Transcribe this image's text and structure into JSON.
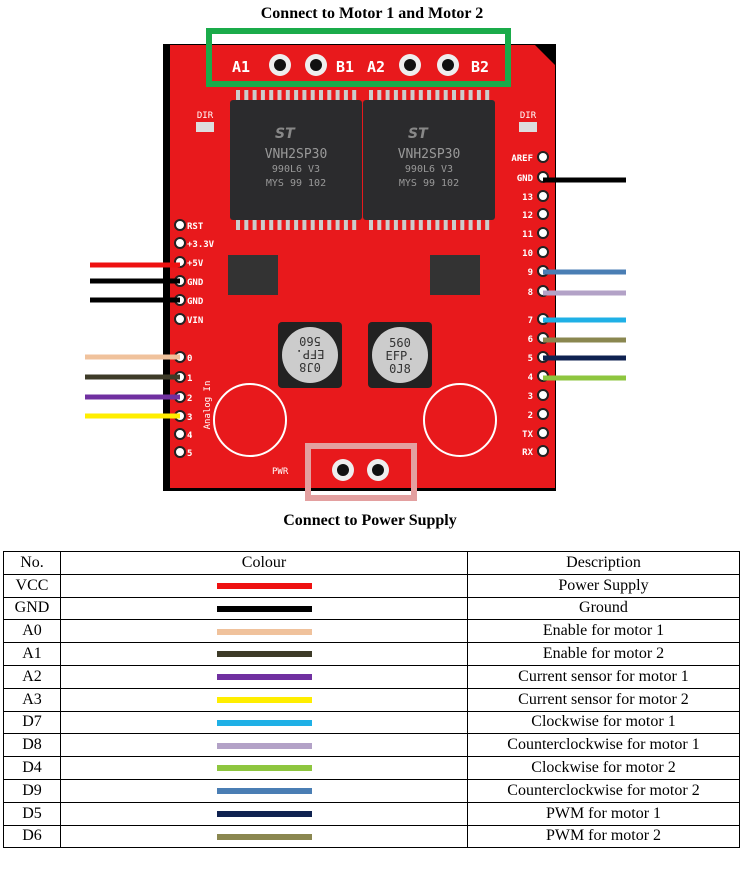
{
  "captions": {
    "top": "Connect to Motor 1 and Motor 2",
    "bottom": "Connect to Power Supply"
  },
  "board": {
    "terminals": [
      "A1",
      "B1",
      "A2",
      "B2"
    ],
    "chip": {
      "brand": "ST",
      "lines": [
        "VNH2SP30",
        "990L6 V3",
        "MYS 99 102"
      ]
    },
    "dir_label": "DIR",
    "cap_text": [
      "560",
      "EFP.",
      "0J8"
    ],
    "pwr_label": "PWR",
    "analog_label": "Analog In",
    "left_pins": [
      "RST",
      "+3.3V",
      "+5V",
      "GND",
      "GND",
      "VIN"
    ],
    "analog_pins": [
      "0",
      "1",
      "2",
      "3",
      "4",
      "5"
    ],
    "right_pins": [
      "AREF",
      "GND",
      "13",
      "12",
      "11",
      "10",
      "9",
      "8",
      "7",
      "6",
      "5",
      "4",
      "3",
      "2",
      "TX",
      "RX"
    ],
    "highlight_colors": {
      "motor": "#1aab4a",
      "power": "#e3a0a0",
      "board": "#e8191c"
    }
  },
  "table": {
    "headers": [
      "No.",
      "Colour",
      "Description"
    ],
    "rows": [
      {
        "no": "VCC",
        "color": "#ee1111",
        "desc": "Power Supply"
      },
      {
        "no": "GND",
        "color": "#000000",
        "desc": "Ground"
      },
      {
        "no": "A0",
        "color": "#f0c29c",
        "desc": "Enable for motor 1"
      },
      {
        "no": "A1",
        "color": "#3d3b28",
        "desc": "Enable for motor 2"
      },
      {
        "no": "A2",
        "color": "#7030a0",
        "desc": "Current sensor for motor 1"
      },
      {
        "no": "A3",
        "color": "#ffee00",
        "desc": "Current sensor for motor 2"
      },
      {
        "no": "D7",
        "color": "#1fb0e6",
        "desc": "Clockwise for motor 1"
      },
      {
        "no": "D8",
        "color": "#b3a2c7",
        "desc": "Counterclockwise for motor 1"
      },
      {
        "no": "D4",
        "color": "#8ec63f",
        "desc": "Clockwise for motor 2"
      },
      {
        "no": "D9",
        "color": "#4a7eb4",
        "desc": "Counterclockwise for motor 2"
      },
      {
        "no": "D5",
        "color": "#0f2250",
        "desc": "PWM for motor 1"
      },
      {
        "no": "D6",
        "color": "#8a8750",
        "desc": "PWM for motor 2"
      }
    ]
  }
}
